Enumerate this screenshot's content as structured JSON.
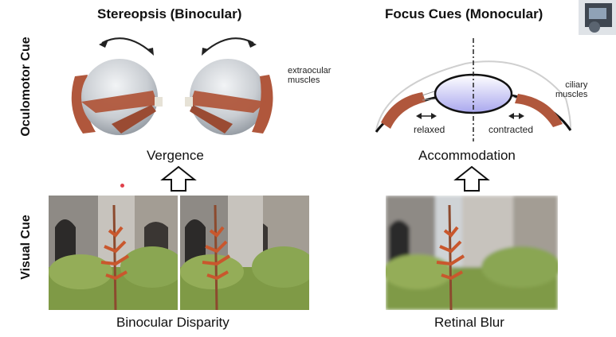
{
  "headers": {
    "left": "Stereopsis (Binocular)",
    "right": "Focus Cues (Monocular)"
  },
  "row_labels": {
    "top": "Oculomotor Cue",
    "bottom": "Visual Cue"
  },
  "stereo": {
    "extraocular_label": "extraocular\nmuscles",
    "process_label": "Vergence",
    "image_caption": "Binocular Disparity"
  },
  "focus": {
    "ciliary_label": "ciliary\nmuscles",
    "relaxed_label": "relaxed",
    "contracted_label": "contracted",
    "process_label": "Accommodation",
    "image_caption": "Retinal Blur"
  },
  "colors": {
    "muscle": "#b0573c",
    "eye_gray": "#c9cdd2",
    "lens_blue": "#a9a7ee",
    "sky_gray": "#cfd3d6",
    "foliage": "#7f9a46",
    "flower": "#c9572d"
  }
}
